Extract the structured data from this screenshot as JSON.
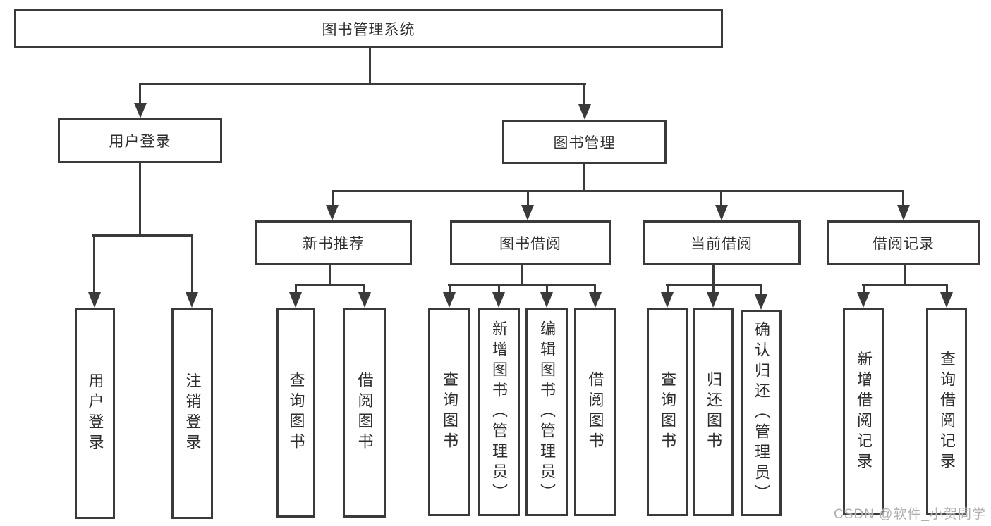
{
  "diagram": {
    "root": {
      "label": "图书管理系统"
    },
    "level2": [
      {
        "label": "用户登录"
      },
      {
        "label": "图书管理"
      }
    ],
    "level3": [
      {
        "label": "新书推荐"
      },
      {
        "label": "图书借阅"
      },
      {
        "label": "当前借阅"
      },
      {
        "label": "借阅记录"
      }
    ],
    "leaves": {
      "user_login": [
        "用户登录",
        "注销登录"
      ],
      "new_book": [
        "查询图书",
        "借阅图书"
      ],
      "book_borrow": [
        "查询图书",
        "新增图书（管理员）",
        "编辑图书（管理员）",
        "借阅图书"
      ],
      "current_borrow": [
        "查询图书",
        "归还图书",
        "确认归还（管理员）"
      ],
      "borrow_record": [
        "新增借阅记录",
        "查询借阅记录"
      ]
    },
    "colors": {
      "line": "#3a3a3a",
      "text": "#2e2e2e",
      "background": "#ffffff"
    }
  },
  "watermark": {
    "text": "CSDN @软件_小贺同学"
  }
}
